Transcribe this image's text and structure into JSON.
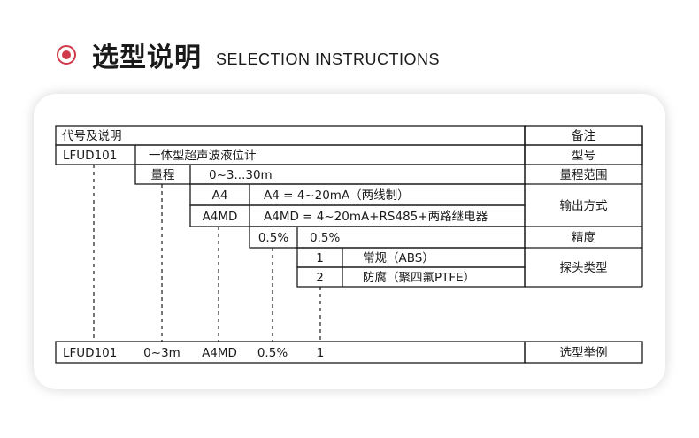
{
  "header": {
    "title_cn": "选型说明",
    "title_en": "SELECTION INSTRUCTIONS",
    "accent": "#d03a4a"
  },
  "table": {
    "header_left": "代号及说明",
    "header_right": "备注",
    "model_code": "LFUD101",
    "model_desc": "一体型超声波液位计",
    "model_note": "型号",
    "range_label": "量程",
    "range_value": "0~3...30m",
    "range_note": "量程范围",
    "out1_code": "A4",
    "out1_desc": "A4 = 4~20mA（两线制）",
    "out2_code": "A4MD",
    "out2_desc": "A4MD = 4~20mA+RS485+两路继电器",
    "out_note": "输出方式",
    "acc_code": "0.5%",
    "acc_desc": "0.5%",
    "acc_note": "精度",
    "probe1_code": "1",
    "probe1_desc": "常规（ABS）",
    "probe2_code": "2",
    "probe2_desc": "防腐（聚四氟PTFE）",
    "probe_note": "探头类型",
    "example": [
      "LFUD101",
      "0~3m",
      "A4MD",
      "0.5%",
      "1"
    ],
    "example_note": "选型举例"
  }
}
